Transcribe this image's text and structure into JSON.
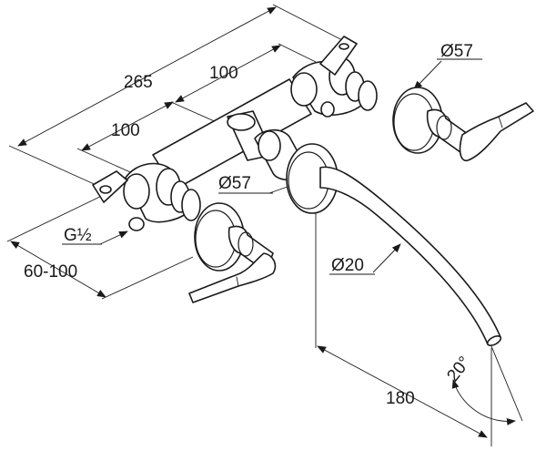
{
  "dimensions": {
    "overall_width": "265",
    "handle_spacing_right": "100",
    "handle_spacing_left": "100",
    "rosette_diameter_handle": "Ø57",
    "rosette_diameter_spout": "Ø57",
    "thread_size": "G½",
    "wall_depth": "60-100",
    "spout_diameter": "Ø20",
    "spout_projection": "180",
    "spout_angle": "20°"
  }
}
